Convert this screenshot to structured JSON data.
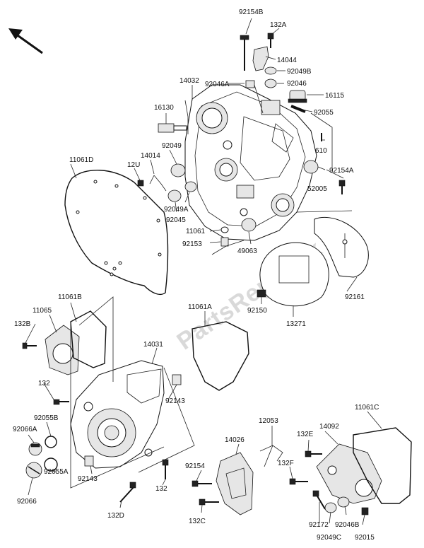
{
  "watermark": "PartsRepublik",
  "parts": {
    "p92154B": "92154B",
    "p132A": "132A",
    "p14044": "14044",
    "p92049B": "92049B",
    "p92046": "92046",
    "p14032": "14032",
    "p92046A": "92046A",
    "p16115": "16115",
    "p92055": "92055",
    "p16130": "16130",
    "p92049": "92049",
    "p14014": "14014",
    "p11061D": "11061D",
    "p12U": "12U",
    "p610": "610",
    "p92154A": "92154A",
    "p52005": "52005",
    "p92049A": "92049A",
    "p92045": "92045",
    "p11061": "11061",
    "p92153": "92153",
    "p49063": "49063",
    "p92161": "92161",
    "p92150": "92150",
    "p13271": "13271",
    "p11061B": "11061B",
    "p11065": "11065",
    "p132B": "132B",
    "p11061A": "11061A",
    "p14031": "14031",
    "p132": "132",
    "p92143": "92143",
    "p92055B": "92055B",
    "p92066A": "92066A",
    "p92055A": "92055A",
    "p92066": "92066",
    "p132b2": "132",
    "p92143b": "92143",
    "p132D": "132D",
    "p12053": "12053",
    "p11061C": "11061C",
    "p14026": "14026",
    "p132E": "132E",
    "p14092": "14092",
    "p132F": "132F",
    "p92154": "92154",
    "p132C": "132C",
    "p92172": "92172",
    "p92049C": "92049C",
    "p92046B": "92046B",
    "p92015": "92015"
  },
  "icons": {
    "direction": "front-arrow-icon"
  }
}
